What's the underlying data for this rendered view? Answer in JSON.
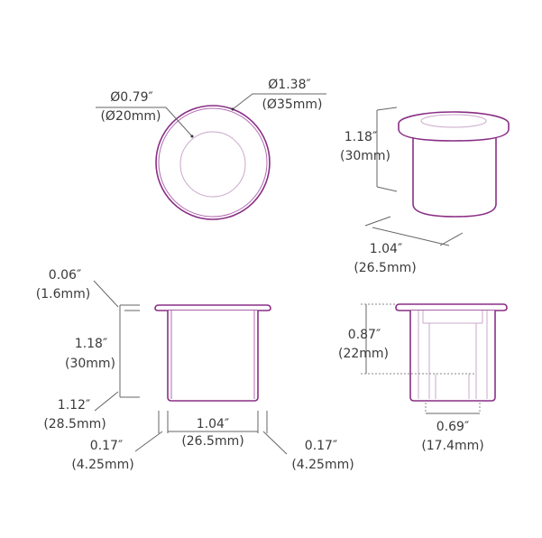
{
  "colors": {
    "part_stroke": "#8a2f86",
    "part_light": "#b06ab0",
    "dimension_line": "#666666",
    "text": "#3a3a3a"
  },
  "top_view": {
    "inner_diameter_in": "Ø0.79″",
    "inner_diameter_mm": "(Ø20mm)",
    "outer_diameter_in": "Ø1.38″",
    "outer_diameter_mm": "(Ø35mm)"
  },
  "iso_view": {
    "height_in": "1.18″",
    "height_mm": "(30mm)",
    "width_in": "1.04″",
    "width_mm": "(26.5mm)"
  },
  "side_view": {
    "flange_in": "0.06″",
    "flange_mm": "(1.6mm)",
    "height_in": "1.18″",
    "height_mm": "(30mm)",
    "body_in": "1.12″",
    "body_mm": "(28.5mm)",
    "width_in": "1.04″",
    "width_mm": "(26.5mm)",
    "left_offset_in": "0.17″",
    "left_offset_mm": "(4.25mm)",
    "right_offset_in": "0.17″",
    "right_offset_mm": "(4.25mm)"
  },
  "section_view": {
    "depth_in": "0.87″",
    "depth_mm": "(22mm)",
    "bore_in": "0.69″",
    "bore_mm": "(17.4mm)"
  }
}
